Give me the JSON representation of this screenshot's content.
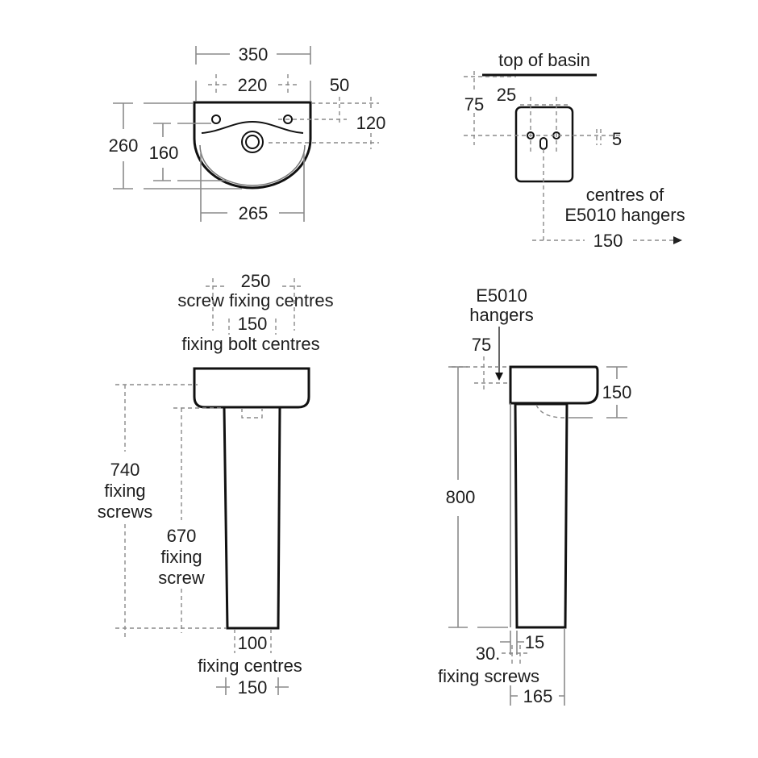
{
  "plan_view": {
    "width_overall": "350",
    "tap_hole_centres": "220",
    "tap_hole_offset": "50",
    "waste_offset": "120",
    "depth_overall": "260",
    "bowl_depth": "160",
    "bowl_width": "265"
  },
  "side_hangers_view": {
    "top_label": "top of basin",
    "hanger_drop": "75",
    "hanger_spacing": "25",
    "slot_size": "5",
    "note_line1": "centres of",
    "note_line2": "E5010 hangers",
    "hanger_offset": "150"
  },
  "front_elevation": {
    "screw_centres_value": "250",
    "screw_centres_label": "screw fixing centres",
    "bolt_centres_value": "150",
    "bolt_centres_label": "fixing bolt centres",
    "screws_height_value": "740",
    "screws_height_label1": "fixing",
    "screws_height_label2": "screws",
    "screw_height_value": "670",
    "screw_height_label1": "fixing",
    "screw_height_label2": "screw",
    "foot_centres_value": "100",
    "foot_centres_label": "fixing centres",
    "foot_width": "150"
  },
  "side_elevation": {
    "hanger_label1": "E5010",
    "hanger_label2": "hangers",
    "hanger_drop": "75",
    "basin_height": "150",
    "overall_height": "800",
    "foot_offset_15": "15",
    "foot_offset_30": "30.",
    "fixing_label": "fixing screws",
    "foot_depth": "165"
  }
}
